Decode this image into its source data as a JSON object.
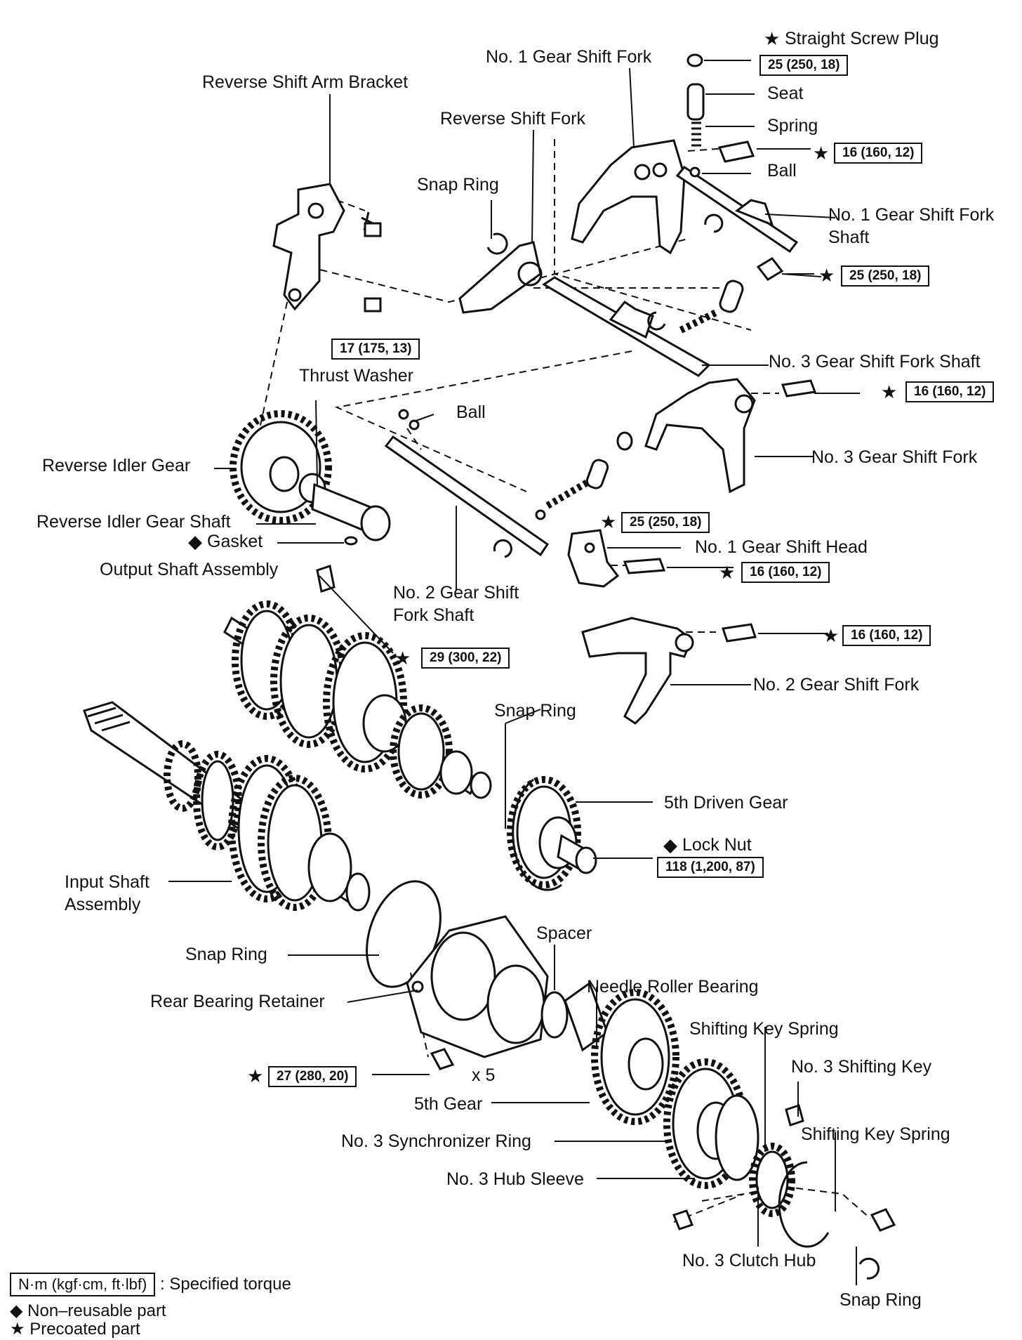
{
  "labels": {
    "straight_screw_plug": "Straight Screw Plug",
    "no1_gear_shift_fork": "No. 1 Gear Shift Fork",
    "seat": "Seat",
    "spring": "Spring",
    "ball_top": "Ball",
    "reverse_shift_arm_bracket": "Reverse Shift Arm Bracket",
    "reverse_shift_fork": "Reverse Shift Fork",
    "snap_ring_top": "Snap Ring",
    "no1_gear_shift_fork_shaft": "No. 1 Gear Shift Fork\nShaft",
    "no3_gear_shift_fork_shaft": "No. 3 Gear Shift Fork Shaft",
    "thrust_washer": "Thrust Washer",
    "ball_mid": "Ball",
    "no3_gear_shift_fork": "No. 3 Gear Shift Fork",
    "reverse_idler_gear": "Reverse Idler Gear",
    "reverse_idler_gear_shaft": "Reverse Idler Gear Shaft",
    "gasket": "Gasket",
    "no1_gear_shift_head": "No. 1 Gear Shift Head",
    "output_shaft_assembly": "Output Shaft Assembly",
    "no2_gear_shift_fork_shaft": "No. 2 Gear Shift\nFork Shaft",
    "no2_gear_shift_fork": "No. 2 Gear Shift Fork",
    "snap_ring_mid": "Snap Ring",
    "fifth_driven_gear": "5th Driven Gear",
    "lock_nut": "Lock Nut",
    "input_shaft_assembly": "Input Shaft\nAssembly",
    "snap_ring_left": "Snap Ring",
    "spacer": "Spacer",
    "rear_bearing_retainer": "Rear Bearing Retainer",
    "needle_roller_bearing": "Needle Roller Bearing",
    "shifting_key_spring_1": "Shifting Key Spring",
    "no3_shifting_key": "No. 3 Shifting Key",
    "bolt_count": "x 5",
    "fifth_gear": "5th Gear",
    "shifting_key_spring_2": "Shifting Key Spring",
    "no3_synchronizer_ring": "No. 3 Synchronizer Ring",
    "no3_hub_sleeve": "No. 3 Hub Sleeve",
    "no3_clutch_hub": "No. 3 Clutch Hub",
    "snap_ring_bottom": "Snap Ring"
  },
  "torques": {
    "plug": "25 (250, 18)",
    "bolt_no1_fork": "16 (160, 12)",
    "plug_right": "25 (250, 18)",
    "bracket_bolt": "17 (175, 13)",
    "bolt_no3_fork": "16 (160, 12)",
    "plug_mid": "25 (250, 18)",
    "bolt_head": "16 (160, 12)",
    "bolt_no2_fork": "16 (160, 12)",
    "bolt_output": "29 (300, 22)",
    "lock_nut": "118 (1,200, 87)",
    "retainer_bolt": "27 (280, 20)"
  },
  "markers": {
    "star": "★",
    "diamond": "◆"
  },
  "legend": {
    "torque_unit": "N·m (kgf·cm, ft·lbf)",
    "torque_desc": ": Specified torque",
    "non_reusable": "Non–reusable part",
    "precoated": "Precoated part"
  }
}
